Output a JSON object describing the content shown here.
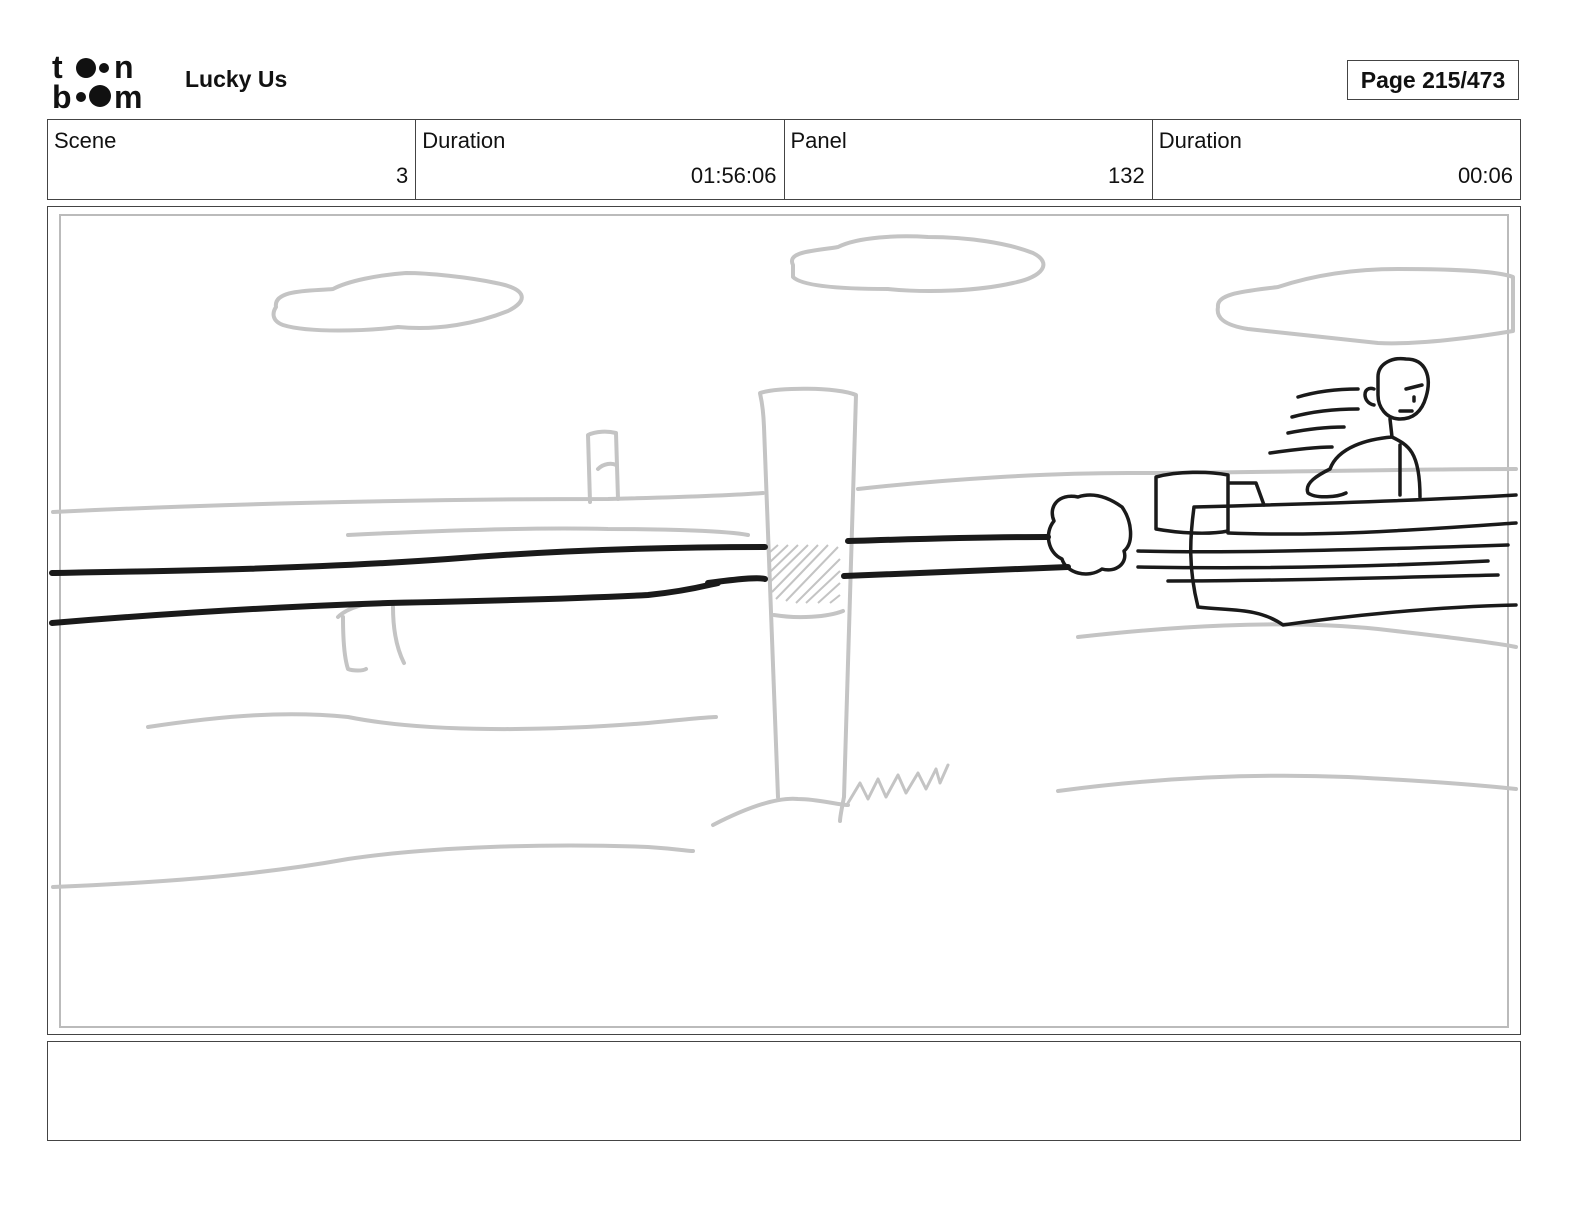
{
  "header": {
    "logo_line1": "toon",
    "logo_line2": "boom",
    "project_title": "Lucky Us",
    "page_counter": "Page 215/473"
  },
  "info": {
    "scene_label": "Scene",
    "scene_value": "3",
    "scene_duration_label": "Duration",
    "scene_duration_value": "01:56:06",
    "panel_label": "Panel",
    "panel_value": "132",
    "panel_duration_label": "Duration",
    "panel_duration_value": "00:06"
  },
  "notes": {
    "text": ""
  },
  "colors": {
    "sketch_gray": "#c4c4c4",
    "ink": "#1a1a1a",
    "border": "#444444"
  }
}
